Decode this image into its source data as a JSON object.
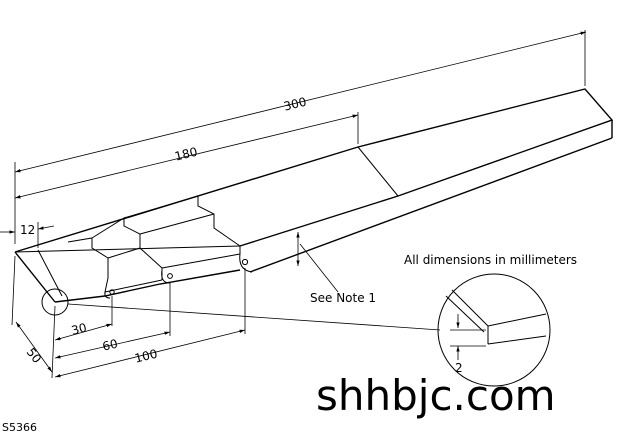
{
  "dimensions": {
    "d300": "300",
    "d180": "180",
    "d12": "12",
    "d50": "50",
    "d30": "30",
    "d60": "60",
    "d100": "100",
    "d2": "2"
  },
  "notes": {
    "units": "All dimensions in millimeters",
    "see_note": "See Note 1"
  },
  "watermark": "shhbjc.com",
  "drawing_code": "S5366"
}
